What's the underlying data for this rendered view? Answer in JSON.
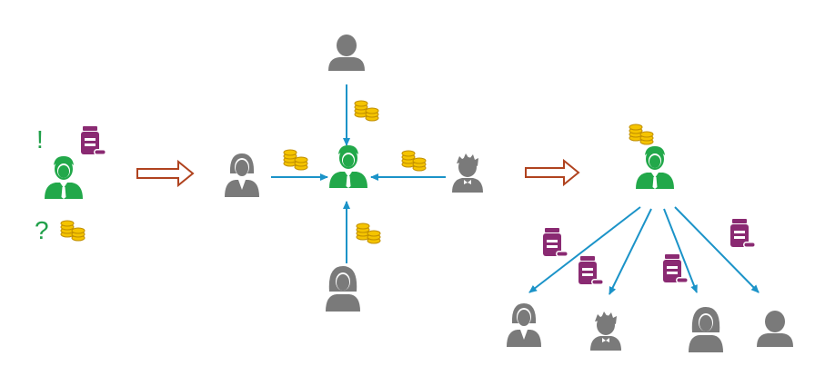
{
  "colors": {
    "green": "#22a84a",
    "grey": "#7a7a7a",
    "coin": "#f2c200",
    "coin_edge": "#b88a00",
    "pill": "#8a2a72",
    "blue_arrow": "#1b93c8",
    "brown_arrow": "#b0431f"
  },
  "panels": [
    {
      "id": "problem",
      "marks": {
        "exclaim": "!",
        "question": "?"
      },
      "icons": [
        "green-person-icon",
        "medicine-bottle-icon",
        "coin-stack-icon"
      ]
    },
    {
      "id": "funding",
      "center": "green-person-icon",
      "contributors": [
        "man-icon",
        "woman-suit-icon",
        "boy-icon",
        "woman-icon"
      ],
      "payments": "coin-stack-icon"
    },
    {
      "id": "distribution",
      "center": "green-person-icon",
      "recipients": [
        "woman-suit-icon",
        "boy-icon",
        "woman-icon",
        "man-icon"
      ],
      "deliveries": "medicine-bottle-icon"
    }
  ]
}
